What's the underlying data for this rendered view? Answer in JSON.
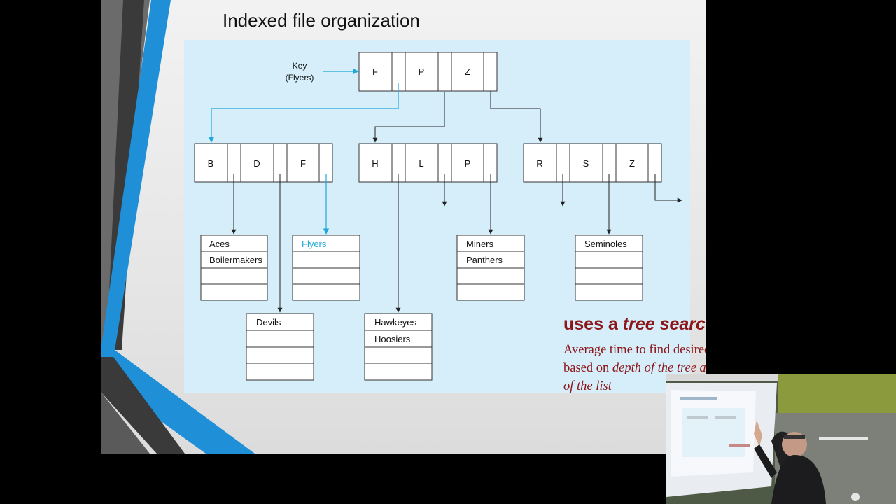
{
  "title": "Indexed file organization",
  "key_label": [
    "Key",
    "(Flyers)"
  ],
  "root_node": [
    "F",
    "P",
    "Z"
  ],
  "level2_nodes": [
    [
      "B",
      "D",
      "F"
    ],
    [
      "H",
      "L",
      "P"
    ],
    [
      "R",
      "S",
      "Z"
    ]
  ],
  "record_lists": [
    {
      "name": "aces-list",
      "rows": [
        "Aces",
        "Boilermakers",
        "",
        ""
      ]
    },
    {
      "name": "flyers-list",
      "rows": [
        "Flyers",
        "",
        "",
        ""
      ],
      "highlight_row": 0
    },
    {
      "name": "miners-list",
      "rows": [
        "Miners",
        "Panthers",
        "",
        ""
      ]
    },
    {
      "name": "seminoles-list",
      "rows": [
        "Seminoles",
        "",
        "",
        ""
      ]
    },
    {
      "name": "devils-list",
      "rows": [
        "Devils",
        "",
        "",
        ""
      ]
    },
    {
      "name": "hawkeyes-list",
      "rows": [
        "Hawkeyes",
        "Hoosiers",
        "",
        ""
      ]
    }
  ],
  "caption": {
    "heading_prefix": "uses a ",
    "heading_emph": "tree search",
    "body_prefix": "Average time to find desired record based on ",
    "body_emph": "depth of the tree and length of the list"
  },
  "colors": {
    "highlight": "#1fa8d8",
    "line": "#222222",
    "panel": "#d5eefa",
    "caption": "#8c1518",
    "slide_stripe_blue": "#1f8fd8",
    "slide_stripe_dark": "#3a3a3a"
  }
}
